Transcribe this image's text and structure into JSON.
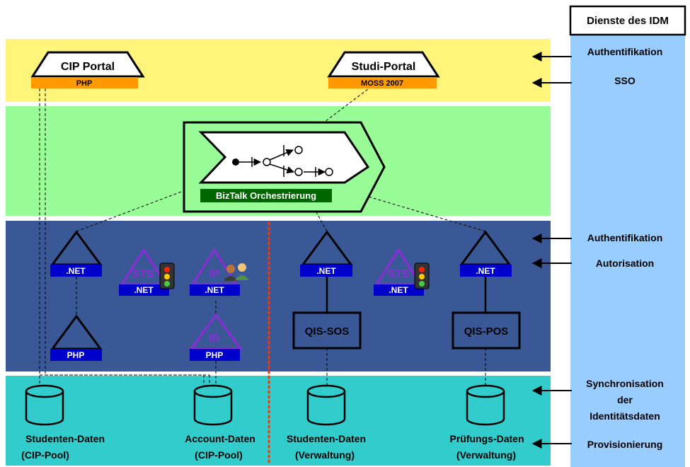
{
  "idm_header": "Dienste des IDM",
  "side_services": {
    "authentifikation_top": "Authentifikation",
    "sso": "SSO",
    "authentifikation_mid": "Authentifikation",
    "autorisation": "Autorisation",
    "sync_line1": "Synchronisation",
    "sync_line2": "der",
    "sync_line3": "Identitätsdaten",
    "provisionierung": "Provisionierung"
  },
  "portals": {
    "cip_title": "CIP Portal",
    "cip_tech": "PHP",
    "studi_title": "Studi-Portal",
    "studi_tech": "MOSS 2007"
  },
  "orchestration": {
    "label": "BizTalk Orchestrierung"
  },
  "services": {
    "net_1": ".NET",
    "php_1": "PHP",
    "sts_1_label": "STS",
    "sts_1_tech": ".NET",
    "ip_label": "IP",
    "ip_tech": ".NET",
    "is_label": "IS",
    "is_tech": "PHP",
    "net_2": ".NET",
    "qis_sos": "QIS-SOS",
    "sts_2_label": "STS",
    "sts_2_tech": ".NET",
    "net_3": ".NET",
    "qis_pos": "QIS-POS"
  },
  "databases": {
    "db1_line1": "Studenten-Daten",
    "db1_line2": "(CIP-Pool)",
    "db2_line1": "Account-Daten",
    "db2_line2": "(CIP-Pool)",
    "db3_line1": "Studenten-Daten",
    "db3_line2": "(Verwaltung)",
    "db4_line1": "Prüfungs-Daten",
    "db4_line2": "(Verwaltung)"
  },
  "colors": {
    "portal_band": "#fff57a",
    "orchestration_band": "#99fd97",
    "service_band": "#3b5896",
    "data_band": "#33cccc",
    "idm_column": "#99ccff",
    "orange_tab": "#ff9900",
    "blue_tab": "#0000cc",
    "green_tab": "#006600",
    "purple": "#8e2bd9",
    "separator": "#ff3300"
  }
}
